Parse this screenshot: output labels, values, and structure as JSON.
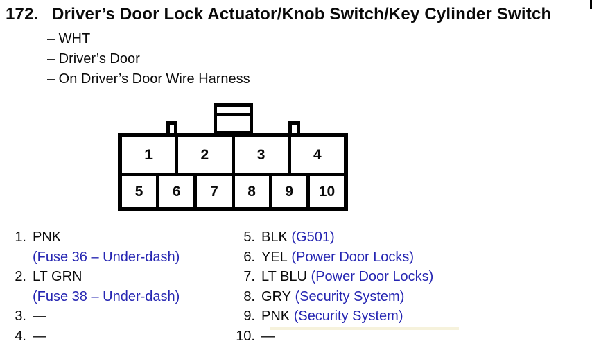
{
  "header": {
    "item_number": "172.",
    "title": "Driver’s Door Lock Actuator/Knob Switch/Key Cylinder Switch",
    "attributes": [
      "– WHT",
      "– Driver’s Door",
      "– On Driver’s Door Wire Harness"
    ]
  },
  "connector": {
    "top_row": [
      "1",
      "2",
      "3",
      "4"
    ],
    "bottom_row": [
      "5",
      "6",
      "7",
      "8",
      "9",
      "10"
    ]
  },
  "pin_list": {
    "left": [
      {
        "num": "1.",
        "color": "PNK",
        "circuit": "(Fuse 36 – Under-dash)"
      },
      {
        "num": "2.",
        "color": "LT GRN",
        "circuit": "(Fuse 38 – Under-dash)"
      },
      {
        "num": "3.",
        "color": "—",
        "circuit": ""
      },
      {
        "num": "4.",
        "color": "—",
        "circuit": ""
      }
    ],
    "right": [
      {
        "num": "5.",
        "color": "BLK",
        "circuit": "(G501)"
      },
      {
        "num": "6.",
        "color": "YEL",
        "circuit": "(Power Door Locks)"
      },
      {
        "num": "7.",
        "color": "LT BLU",
        "circuit": "(Power Door Locks)"
      },
      {
        "num": "8.",
        "color": "GRY",
        "circuit": "(Security System)"
      },
      {
        "num": "9.",
        "color": "PNK",
        "circuit": "(Security System)"
      },
      {
        "num": "10.",
        "color": "—",
        "circuit": ""
      }
    ]
  },
  "colors": {
    "circuit_blue": "#2525b2",
    "text_black": "#0a0a0a",
    "background": "#ffffff"
  }
}
